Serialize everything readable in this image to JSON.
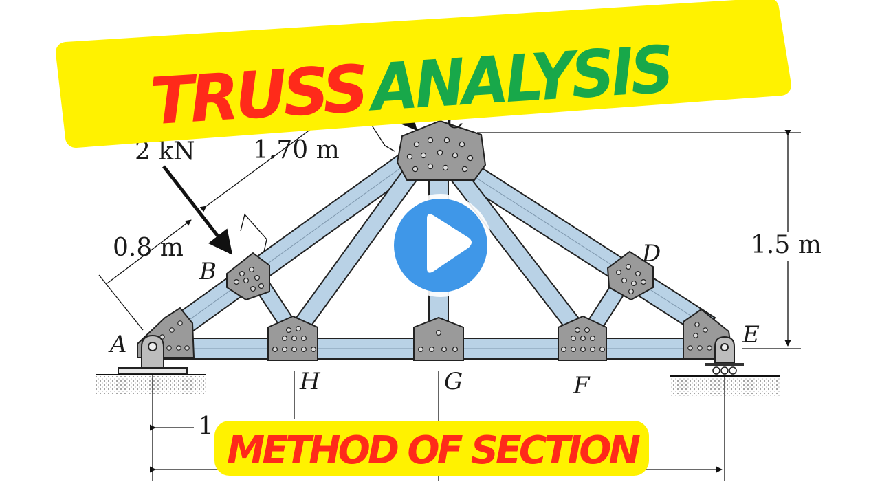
{
  "banner": {
    "word1": "TRUSS",
    "word2": "ANALYSIS",
    "word1_color": "#ff2a1a",
    "word2_color": "#18a84a",
    "bg_color": "#fff200"
  },
  "subtitle": {
    "text": "METHOD OF SECTION",
    "text_color": "#ff2a1a",
    "bg_color": "#fff200"
  },
  "diagram": {
    "load_label": "2 kN",
    "dim_top": "1.70 m",
    "dim_side": "0.8 m",
    "dim_height": "1.5 m",
    "dim_bottom_partial": "1",
    "node_partial_top": "C",
    "nodes": {
      "A": "A",
      "B": "B",
      "D": "D",
      "E": "E",
      "F": "F",
      "G": "G",
      "H": "H"
    },
    "member_color": "#b9d2e6",
    "plate_color": "#9a9a9a"
  },
  "play_button": {
    "icon": "play-icon",
    "color": "#3f97e8"
  }
}
